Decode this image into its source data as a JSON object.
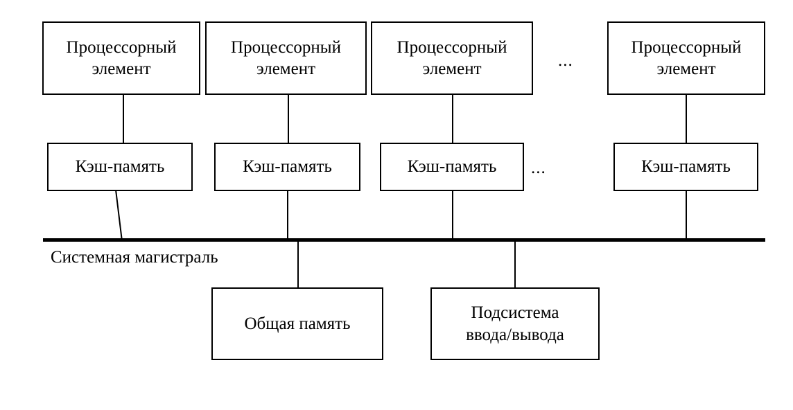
{
  "diagram": {
    "title_text_nodes": {
      "pe": "Процессорный\nэлемент",
      "cache": "Кэш-память",
      "shared_memory": "Общая память",
      "io_subsystem": "Подсистема\nввода/вывода"
    },
    "bus_label": "Системная магистраль",
    "ellipsis": "...",
    "colors": {
      "line": "#000000",
      "background": "#ffffff",
      "text": "#000000"
    },
    "processing_elements": [
      {
        "line1": "Процессорный",
        "line2": "элемент"
      },
      {
        "line1": "Процессорный",
        "line2": "элемент"
      },
      {
        "line1": "Процессорный",
        "line2": "элемент"
      },
      {
        "line1": "Процессорный",
        "line2": "элемент"
      }
    ],
    "caches": [
      {
        "label": "Кэш-память"
      },
      {
        "label": "Кэш-память"
      },
      {
        "label": "Кэш-память"
      },
      {
        "label": "Кэш-память"
      }
    ],
    "ellipsis_top": "...",
    "ellipsis_cache": "...",
    "bottom_nodes": [
      {
        "line1": "Общая память",
        "line2": ""
      },
      {
        "line1": "Подсистема",
        "line2": "ввода/вывода"
      }
    ]
  }
}
